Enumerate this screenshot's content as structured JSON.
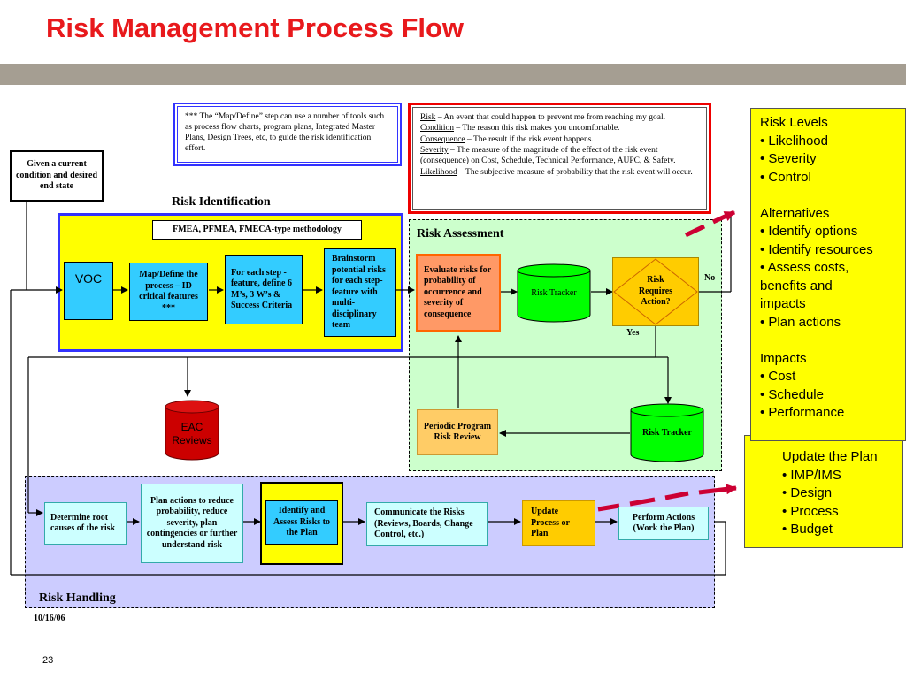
{
  "title": "Risk Management Process Flow",
  "note_box": "*** The “Map/Define” step can use a number of tools such as process flow charts, program plans, Integrated Master Plans, Design Trees, etc, to guide the risk identification effort.",
  "definitions": [
    {
      "term": "Risk",
      "text": " – An event that could happen to prevent me from reaching my goal."
    },
    {
      "term": "Condition",
      "text": " – The reason this risk makes you uncomfortable."
    },
    {
      "term": "Consequence",
      "text": " – The result if the risk event happens."
    },
    {
      "term": "Severity",
      "text": " – The measure of the magnitude of the effect of the risk event (consequence) on Cost, Schedule, Technical Performance, AUPC, & Safety."
    },
    {
      "term": "Likelihood",
      "text": " – The subjective measure of probability that the risk event will occur."
    }
  ],
  "start_box": "Given a current condition and desired end state",
  "sections": {
    "identification": "Risk Identification",
    "assessment": "Risk Assessment",
    "handling": "Risk Handling"
  },
  "identification": {
    "fmea": "FMEA, PFMEA, FMECA-type methodology",
    "voc": "VOC",
    "map_define": "Map/Define the process – ID critical features ***",
    "each_step": "For each step - feature, define 6 M’s, 3 W’s & Success Criteria",
    "brainstorm": "Brainstorm potential risks for each step-feature with multi-disciplinary team"
  },
  "assessment": {
    "evaluate": "Evaluate risks for probability of occurrence and severity of consequence",
    "tracker1": "Risk Tracker",
    "decision": "Risk Requires Action?",
    "no": "No",
    "yes": "Yes",
    "periodic": "Periodic Program Risk Review",
    "tracker2": "Risk Tracker"
  },
  "eac": "EAC Reviews",
  "handling": {
    "root_causes": "Determine root causes of the risk",
    "plan_actions": "Plan actions to reduce probability, reduce severity, plan contingencies or further understand risk",
    "identify_assess": "Identify and Assess Risks to the Plan",
    "communicate": "Communicate the Risks (Reviews, Boards, Change Control, etc.)",
    "update_process": "Update Process or Plan",
    "perform_actions": "Perform Actions (Work the Plan)"
  },
  "right_panel": {
    "levels_title": "Risk Levels",
    "levels": [
      "• Likelihood",
      "• Severity",
      "• Control"
    ],
    "alternatives_title": "Alternatives",
    "alternatives": [
      "• Identify options",
      "• Identify resources",
      "• Assess costs,",
      "benefits and",
      "impacts",
      "• Plan actions"
    ],
    "impacts_title": "Impacts",
    "impacts": [
      "• Cost",
      "• Schedule",
      "• Performance"
    ]
  },
  "update_panel": {
    "title": "Update the Plan",
    "items": [
      "• IMP/IMS",
      "• Design",
      "• Process",
      "• Budget"
    ]
  },
  "footer": {
    "date": "10/16/06",
    "page": "23"
  },
  "colors": {
    "title_red": "#e8191c",
    "identification_bg": "#ffff00",
    "assessment_bg": "#ccffcc",
    "handling_bg": "#ccccff",
    "step_blue": "#33ccff",
    "tracker_green": "#00ff00",
    "decision_yellow": "#ffcc00",
    "orange": "#ff9966",
    "eac_red": "#cc0000"
  }
}
